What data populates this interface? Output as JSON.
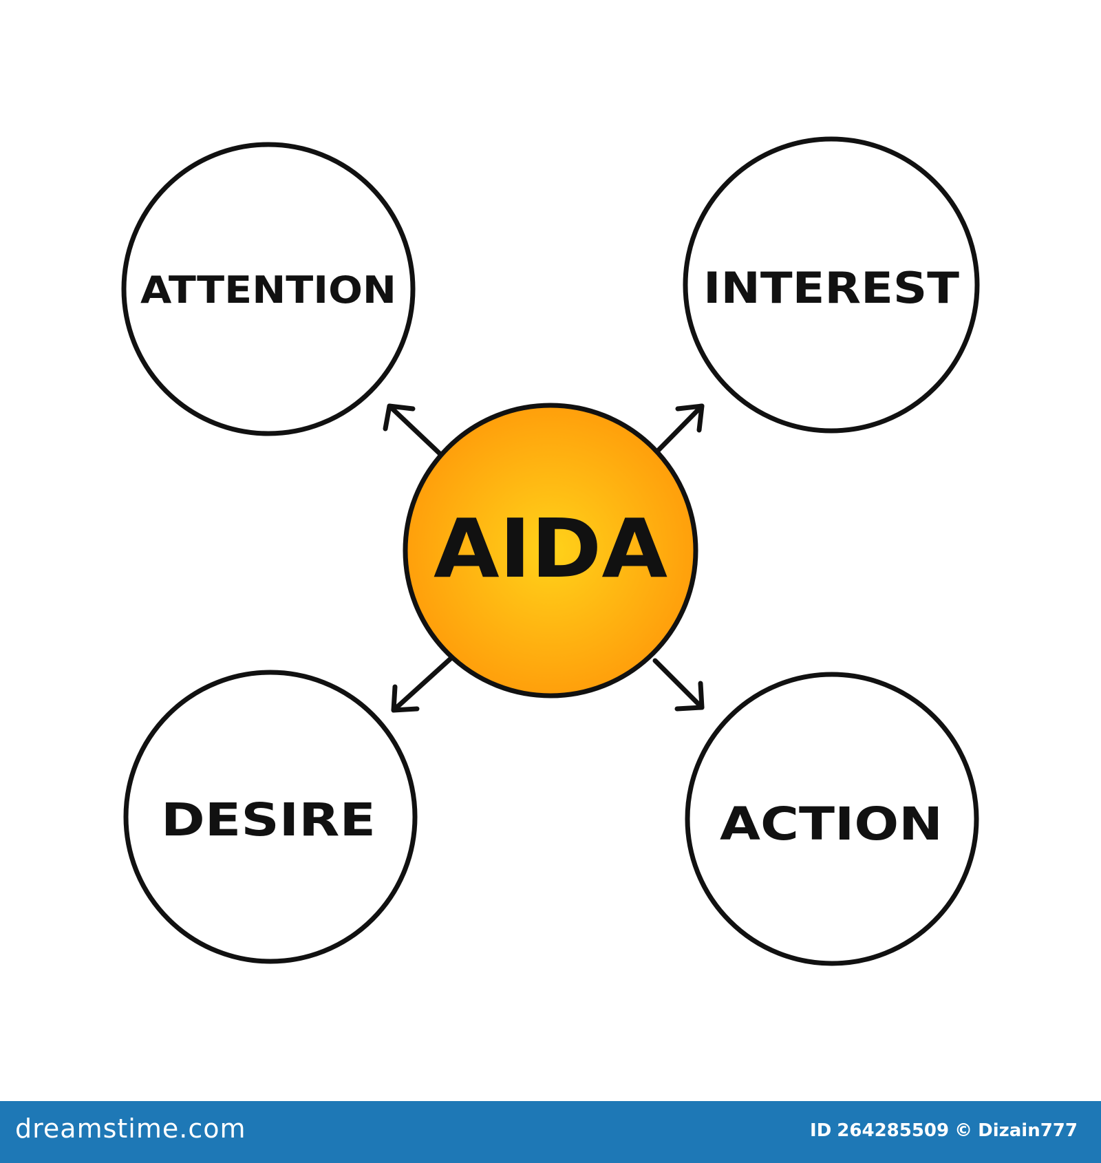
{
  "diagram": {
    "center": {
      "label": "AIDA"
    },
    "nodes": [
      {
        "id": "attention",
        "label": "ATTENTION"
      },
      {
        "id": "interest",
        "label": "INTEREST"
      },
      {
        "id": "desire",
        "label": "DESIRE"
      },
      {
        "id": "action",
        "label": "ACTION"
      }
    ],
    "colors": {
      "center_fill_inner": "#ffd21a",
      "center_fill_outer": "#ff9a0a",
      "stroke": "#111111",
      "footer_bg": "#1e78b6"
    }
  },
  "footer": {
    "brand": "dreamstime.com",
    "id_label": "ID",
    "id_value": "264285509",
    "copyright_symbol": "©",
    "author": "Dizain777"
  }
}
